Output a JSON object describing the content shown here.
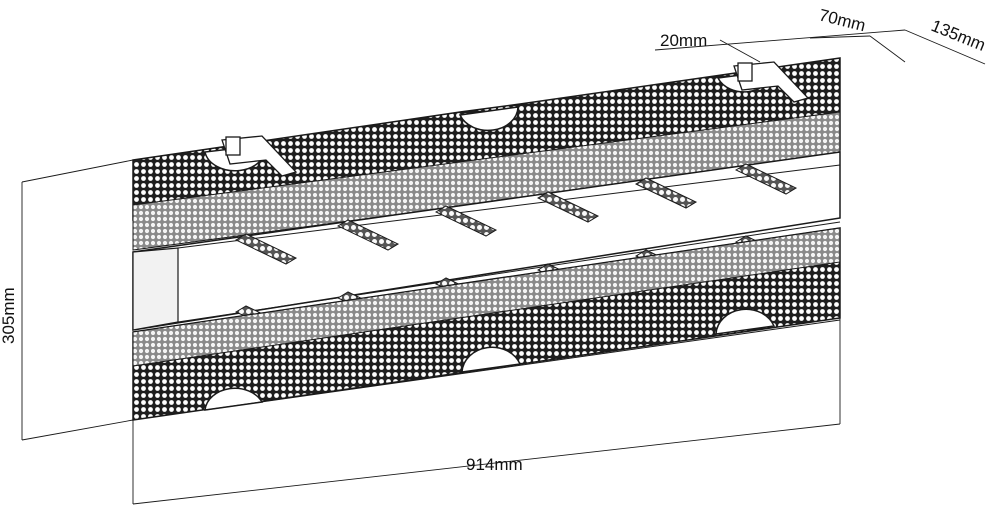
{
  "dimensions": {
    "width": "914mm",
    "height": "305mm",
    "hook_width": "20mm",
    "hook_offset": "70mm",
    "hook_depth": "135mm"
  },
  "colors": {
    "line": "#1a1a1a",
    "mesh_fill": "#2b2b2b",
    "mesh_light": "#9a9a9a",
    "background": "#ffffff"
  }
}
